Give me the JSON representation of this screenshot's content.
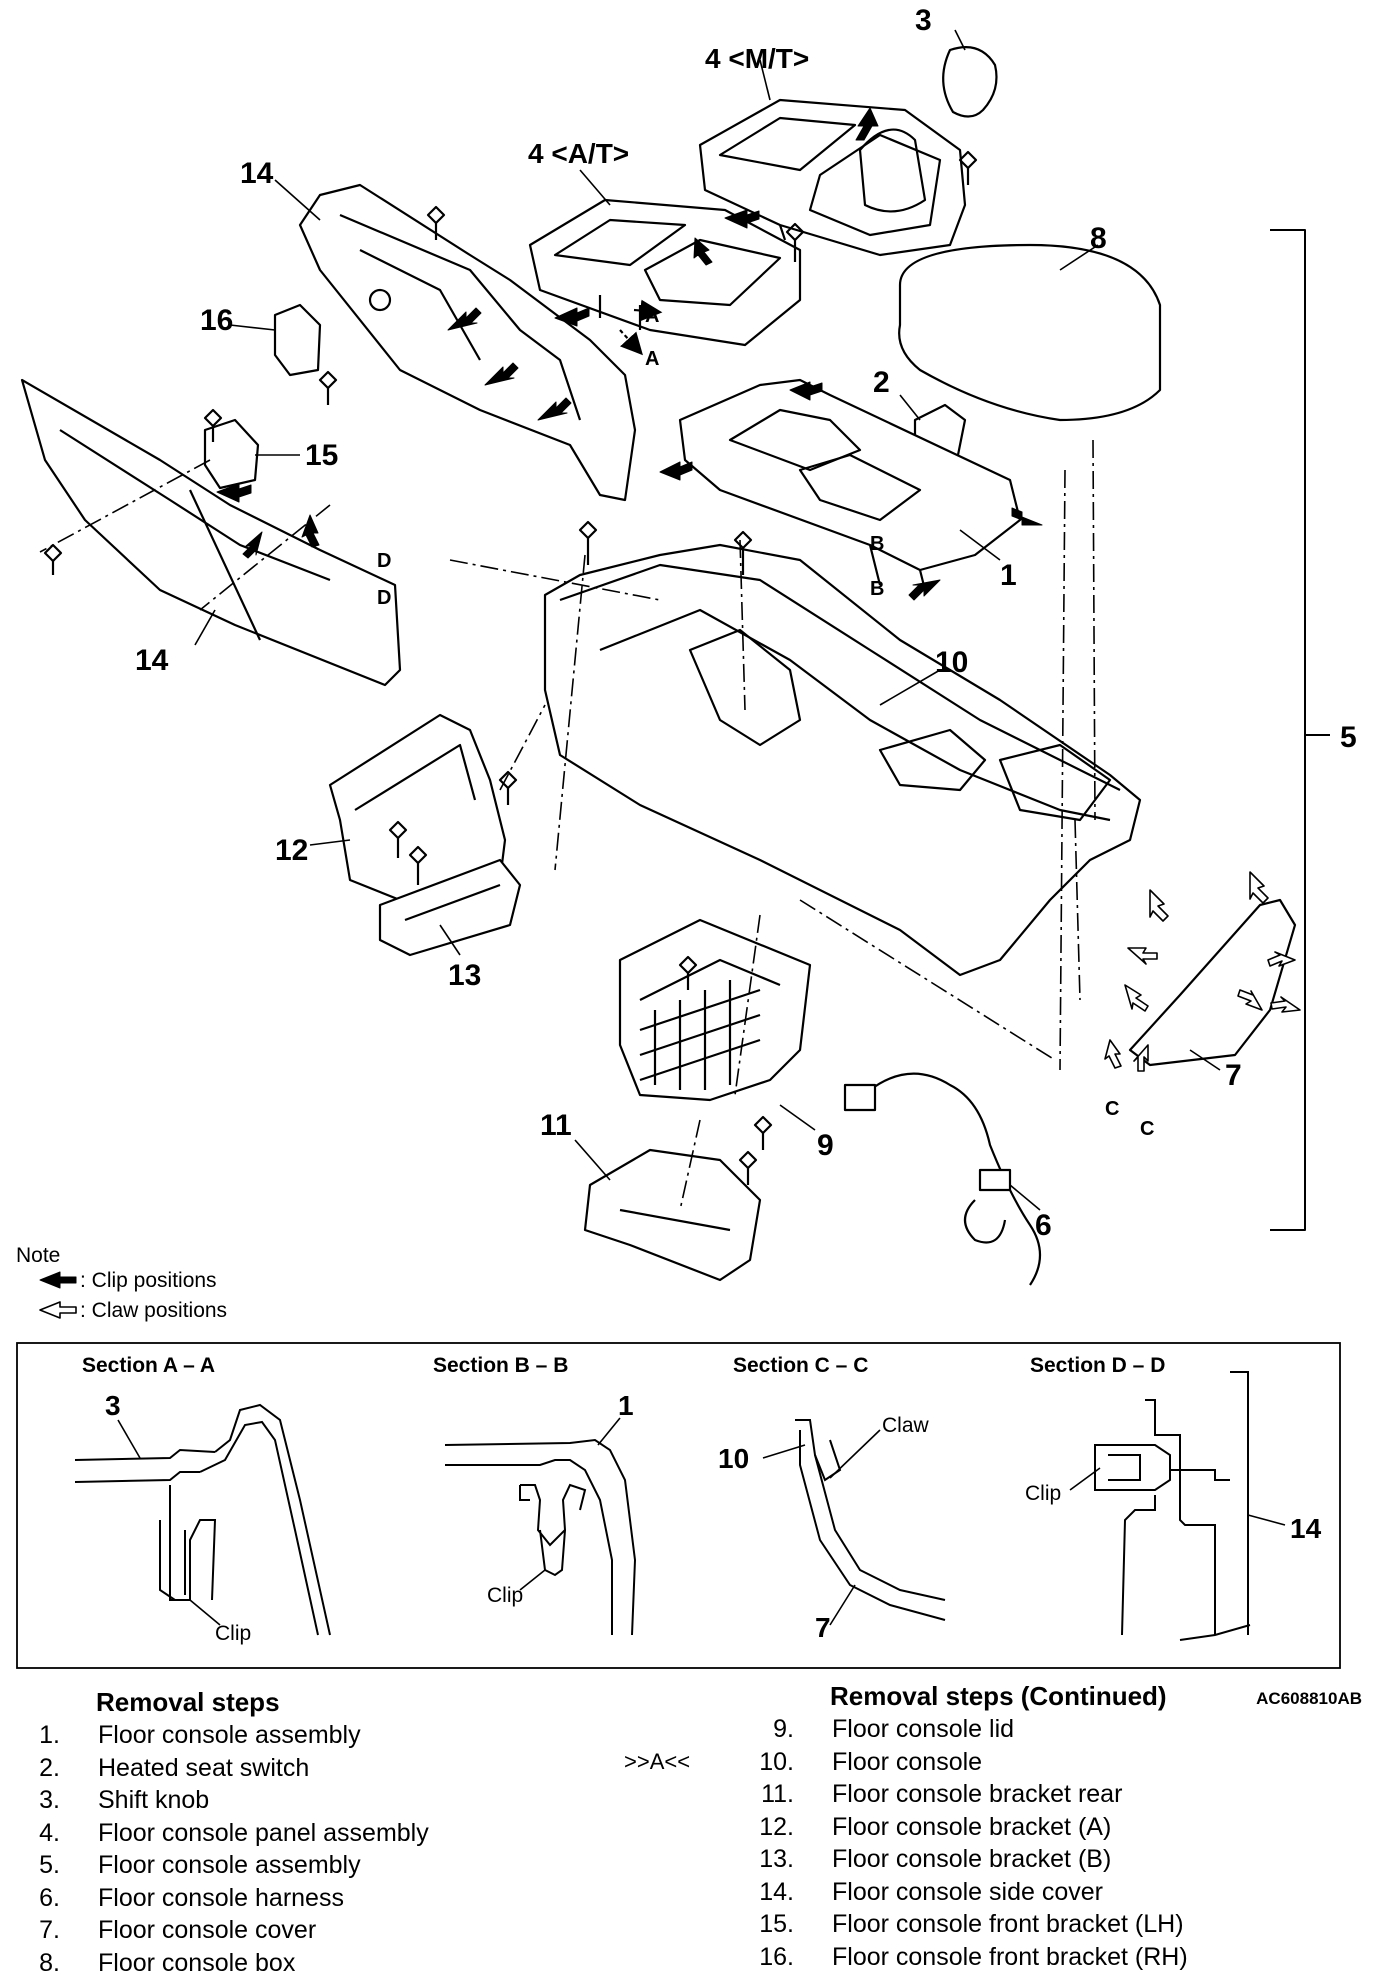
{
  "diagram": {
    "callouts": {
      "c3": "3",
      "c4mt": "4 <M/T>",
      "c4at": "4 <A/T>",
      "c14a": "14",
      "c16": "16",
      "c8": "8",
      "c2": "2",
      "c15": "15",
      "c1": "1",
      "c14b": "14",
      "c10": "10",
      "c5": "5",
      "c12": "12",
      "c13": "13",
      "c7": "7",
      "c11": "11",
      "c9": "9",
      "c6": "6"
    },
    "section_marks": {
      "a1": "A",
      "a2": "A",
      "b1": "B",
      "b2": "B",
      "c1": "C",
      "c2": "C",
      "d1": "D",
      "d2": "D"
    }
  },
  "note": {
    "title": "Note",
    "clip": ": Clip positions",
    "claw": ": Claw positions"
  },
  "sections": {
    "aa": {
      "title": "Section A – A",
      "num": "3",
      "label": "Clip"
    },
    "bb": {
      "title": "Section B – B",
      "num": "1",
      "label": "Clip"
    },
    "cc": {
      "title": "Section C – C",
      "num_top": "10",
      "label": "Claw",
      "num_bottom": "7"
    },
    "dd": {
      "title": "Section D – D",
      "label": "Clip",
      "num": "14"
    }
  },
  "figure_code": "AC608810AB",
  "removal_steps": {
    "title": "Removal steps",
    "title_continued": "Removal steps (Continued)",
    "left": [
      {
        "num": "1.",
        "name": "Floor console assembly"
      },
      {
        "num": "2.",
        "name": "Heated seat switch"
      },
      {
        "num": "3.",
        "name": "Shift knob"
      },
      {
        "num": "4.",
        "name": "Floor console panel assembly"
      },
      {
        "num": "5.",
        "name": "Floor console assembly"
      },
      {
        "num": "6.",
        "name": "Floor console harness"
      },
      {
        "num": "7.",
        "name": "Floor console cover"
      },
      {
        "num": "8.",
        "name": "Floor console box"
      }
    ],
    "right": [
      {
        "num": "9.",
        "name": "Floor console lid",
        "mark": ""
      },
      {
        "num": "10.",
        "name": "Floor console",
        "mark": ">>A<<"
      },
      {
        "num": "11.",
        "name": "Floor console bracket rear",
        "mark": ""
      },
      {
        "num": "12.",
        "name": "Floor console bracket (A)",
        "mark": ""
      },
      {
        "num": "13.",
        "name": "Floor console bracket (B)",
        "mark": ""
      },
      {
        "num": "14.",
        "name": "Floor console side cover",
        "mark": ""
      },
      {
        "num": "15.",
        "name": "Floor console front bracket (LH)",
        "mark": ""
      },
      {
        "num": "16.",
        "name": "Floor console front bracket (RH)",
        "mark": ""
      }
    ]
  }
}
